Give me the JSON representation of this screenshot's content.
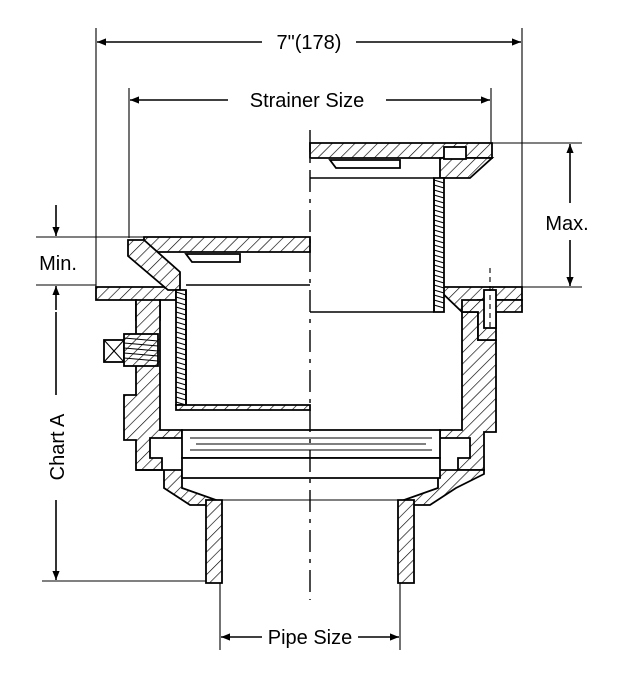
{
  "labels": {
    "overall_width": "7\"(178)",
    "strainer_size": "Strainer Size",
    "max": "Max.",
    "min": "Min.",
    "chart_a": "Chart A",
    "pipe_size": "Pipe Size"
  },
  "colors": {
    "line": "#000000",
    "background": "#ffffff"
  }
}
